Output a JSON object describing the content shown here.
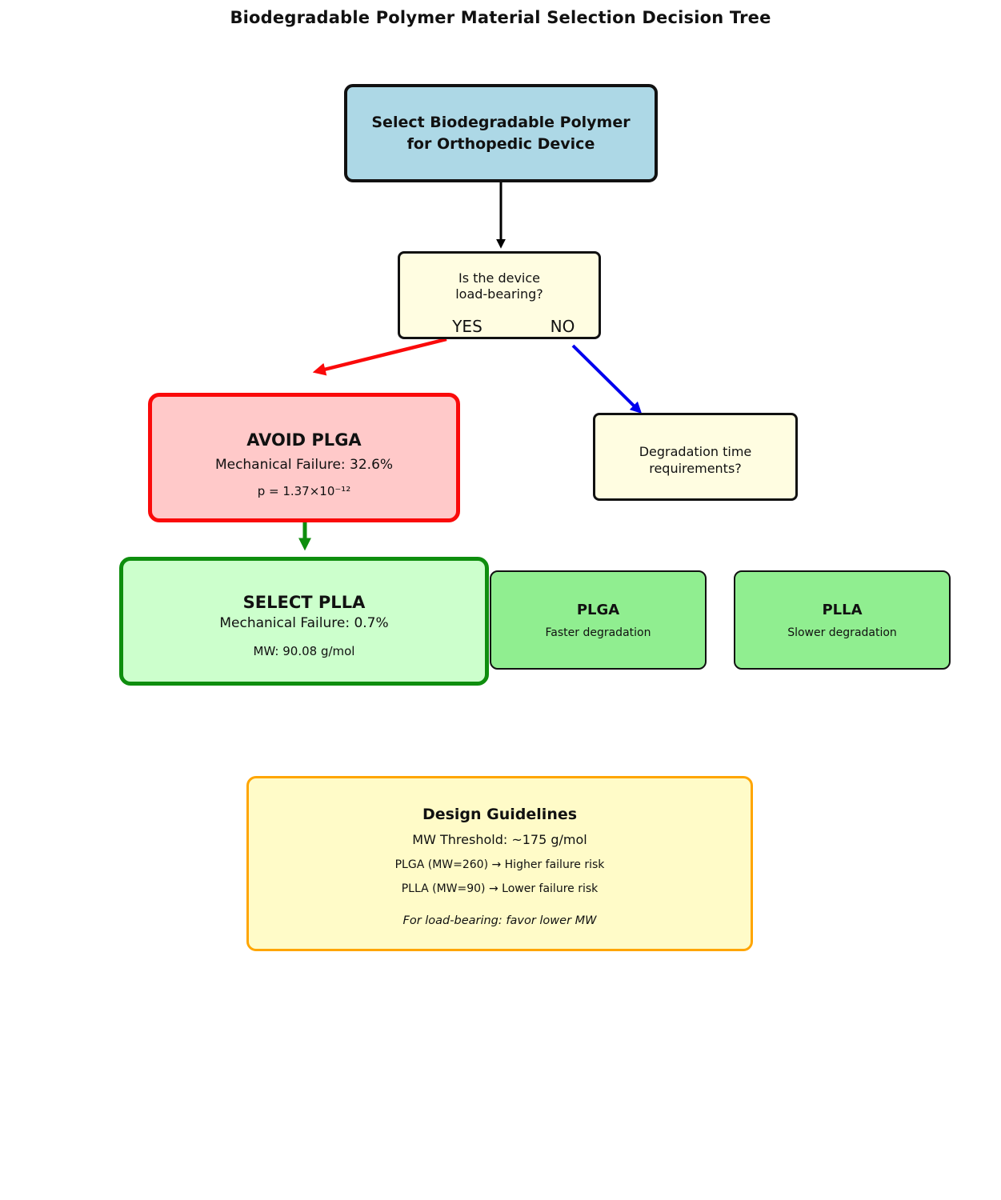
{
  "title": "Biodegradable Polymer Material Selection Decision Tree",
  "nodes": {
    "root": {
      "lines": [
        "Select Biodegradable Polymer",
        "for Orthopedic Device"
      ]
    },
    "load_bearing_decision": {
      "lines": [
        "Is the device",
        "load-bearing?"
      ],
      "yes_label": "YES",
      "no_label": "NO"
    },
    "avoid_plga": {
      "title": "AVOID PLGA",
      "failure": "Mechanical Failure: 32.6%",
      "p_value": "p = 1.37×10⁻¹²"
    },
    "degradation_time": {
      "lines": [
        "Degradation time",
        "requirements?"
      ]
    },
    "select_plla": {
      "title": "SELECT PLLA",
      "failure": "Mechanical Failure: 0.7%",
      "mw": "MW: 90.08 g/mol"
    },
    "plga_outcome": {
      "title": "PLGA",
      "subtitle": "Faster degradation"
    },
    "plla_outcome": {
      "title": "PLLA",
      "subtitle": "Slower degradation"
    }
  },
  "guidelines": {
    "title": "Design Guidelines",
    "mw_threshold": "MW Threshold: ~175 g/mol",
    "plga_rule": "PLGA (MW=260) → Higher failure risk",
    "plla_rule": "PLLA (MW=90) → Lower failure risk",
    "note": "For load-bearing: favor lower MW"
  },
  "colors": {
    "root_fill": "#ADD8E6",
    "question_fill": "#FFFDE1",
    "avoid_fill": "#FFC9C9",
    "avoid_border": "#FA0A0A",
    "select_fill": "#CCFFCC",
    "select_border": "#0E8E0E",
    "outcome_fill": "#90EE90",
    "guidelines_fill": "#FFFBC8",
    "guidelines_border": "#FFA500",
    "arrow_root": "#000000",
    "arrow_yes": "#FA0A0A",
    "arrow_no": "#0000EE",
    "arrow_select": "#0E8E0E"
  }
}
